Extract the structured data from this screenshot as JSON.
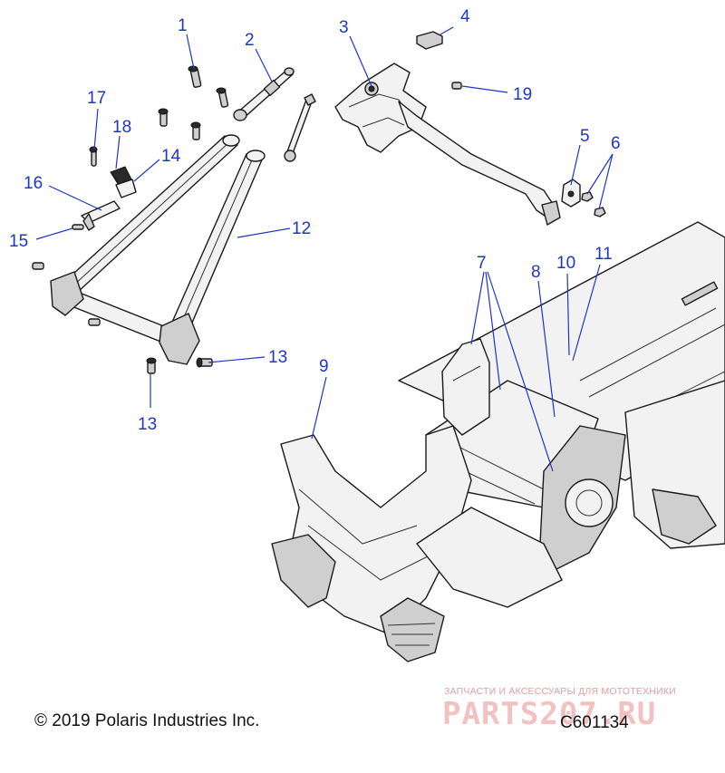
{
  "callouts": [
    {
      "id": "1",
      "text": "1"
    },
    {
      "id": "2",
      "text": "2"
    },
    {
      "id": "3",
      "text": "3"
    },
    {
      "id": "4",
      "text": "4"
    },
    {
      "id": "5",
      "text": "5"
    },
    {
      "id": "6",
      "text": "6"
    },
    {
      "id": "7",
      "text": "7"
    },
    {
      "id": "8",
      "text": "8"
    },
    {
      "id": "9",
      "text": "9"
    },
    {
      "id": "10",
      "text": "10"
    },
    {
      "id": "11",
      "text": "11"
    },
    {
      "id": "12",
      "text": "12"
    },
    {
      "id": "13a",
      "text": "13"
    },
    {
      "id": "13b",
      "text": "13"
    },
    {
      "id": "14",
      "text": "14"
    },
    {
      "id": "15",
      "text": "15"
    },
    {
      "id": "16",
      "text": "16"
    },
    {
      "id": "17",
      "text": "17"
    },
    {
      "id": "18",
      "text": "18"
    },
    {
      "id": "19",
      "text": "19"
    }
  ],
  "footer": {
    "copyright": "© 2019 Polaris Industries Inc.",
    "drawing_number": "C601134"
  },
  "watermark": {
    "tagline": "ЗАПЧАСТИ И АКСЕССУАРЫ ДЛЯ МОТОТЕХНИКИ",
    "brand": "PARTS207.RU"
  },
  "colors": {
    "callout": "#1f35c8",
    "line": "#1a1a1a",
    "watermark": "#f0b8b8"
  }
}
